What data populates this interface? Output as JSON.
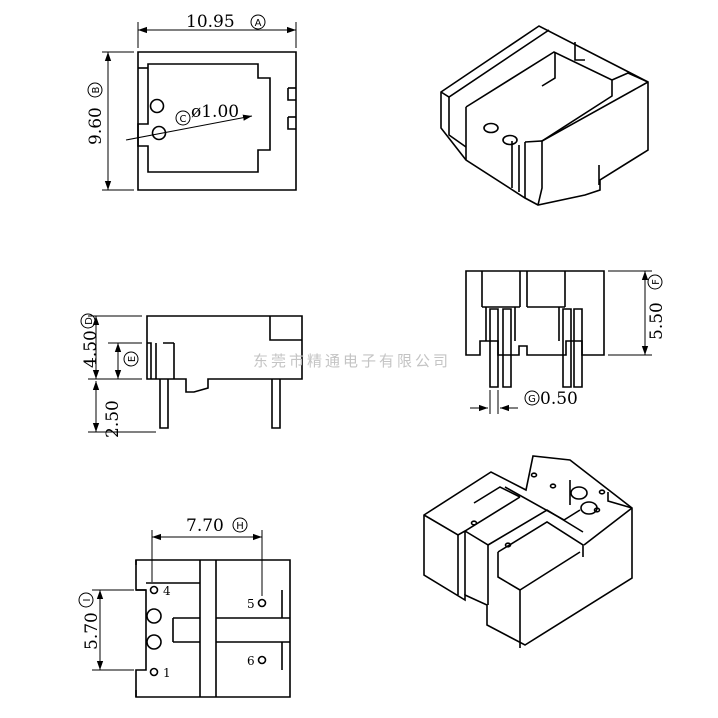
{
  "dimensions": {
    "A": {
      "value": "10.95",
      "letter": "A"
    },
    "B": {
      "value": "9.60",
      "letter": "B"
    },
    "C": {
      "value": "ø1.00",
      "letter": "C"
    },
    "D": {
      "value": "4.50",
      "letter": "D"
    },
    "E": {
      "value": "",
      "letter": "E"
    },
    "pin_length": {
      "value": "2.50"
    },
    "F": {
      "value": "5.50",
      "letter": "F"
    },
    "G": {
      "value": "0.50",
      "letter": "G"
    },
    "H": {
      "value": "7.70",
      "letter": "H"
    },
    "I": {
      "value": "5.70",
      "letter": "I"
    }
  },
  "pins": {
    "p1": "1",
    "p4": "4",
    "p5": "5",
    "p6": "6"
  },
  "watermark": "东莞市精通电子有限公司",
  "colors": {
    "line": "#000000",
    "watermark": "#c4c4c4"
  }
}
